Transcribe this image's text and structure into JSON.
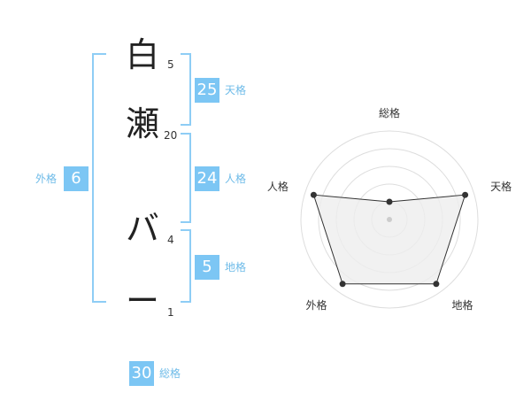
{
  "name": {
    "chars": [
      {
        "char": "白",
        "strokes": "5"
      },
      {
        "char": "瀬",
        "strokes": "20"
      },
      {
        "char": "バ",
        "strokes": "4"
      },
      {
        "char": "ー",
        "strokes": "1"
      }
    ]
  },
  "fortune": {
    "tenkaku": {
      "value": "25",
      "label": "天格"
    },
    "jinkaku": {
      "value": "24",
      "label": "人格"
    },
    "chikaku": {
      "value": "5",
      "label": "地格"
    },
    "gaikaku": {
      "value": "6",
      "label": "外格"
    },
    "soukaku": {
      "value": "30",
      "label": "総格"
    }
  },
  "chart_data": {
    "type": "radar",
    "axes": [
      "総格",
      "天格",
      "地格",
      "外格",
      "人格"
    ],
    "values": [
      1.0,
      4.5,
      4.5,
      4.5,
      4.5
    ],
    "range": [
      0,
      5
    ],
    "grid": true,
    "colors": {
      "fill": "#eeeeee",
      "line": "#333333",
      "grid": "#dddddd",
      "point": "#333333"
    }
  }
}
